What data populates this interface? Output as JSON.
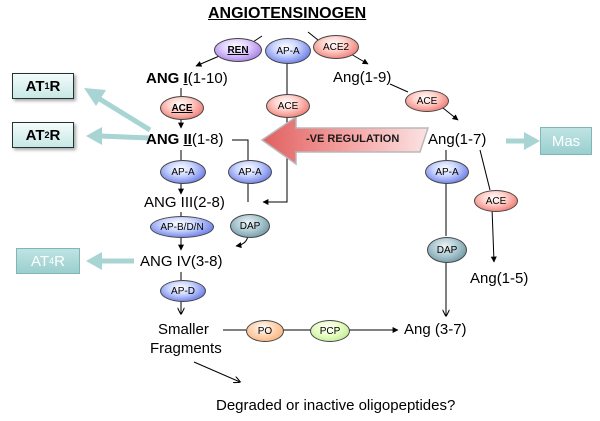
{
  "title": "ANGIOTENSINOGEN",
  "peptides": {
    "ang1_a": "ANG ",
    "ang1_b": "I",
    "ang1_c": "(1-10)",
    "ang2_a": "ANG ",
    "ang2_b": "II",
    "ang2_c": "(1-8)",
    "ang3": "ANG III(2-8)",
    "ang4": "ANG IV(3-8)",
    "smaller_1": "Smaller",
    "smaller_2": "Fragments",
    "ang19": "Ang(1-9)",
    "ang17": "Ang(1-7)",
    "ang15": "Ang(1-5)",
    "ang37": "Ang (3-7)",
    "degraded": "Degraded or inactive oligopeptides?"
  },
  "enzymes": {
    "ren": "REN",
    "apa_top": "AP-A",
    "ace2": "ACE2",
    "ace_main": "ACE",
    "ace_mid": "ACE",
    "ace_right1": "ACE",
    "ace_right2": "ACE",
    "apa_left": "AP-A",
    "apa_mid": "AP-A",
    "apa_right": "AP-A",
    "dap_mid": "DAP",
    "dap_right": "DAP",
    "apbdn": "AP-B/D/N",
    "apd": "AP-D",
    "po": "PO",
    "pcp": "PCP"
  },
  "receptors": {
    "at1_pre": "AT",
    "at1_sub": "1",
    "at1_post": "R",
    "at2_pre": "AT",
    "at2_sub": "2",
    "at2_post": "R",
    "at4_pre": "AT",
    "at4_sub": "4",
    "at4_post": "R",
    "mas": "Mas"
  },
  "regulation": "-VE REGULATION",
  "colors": {
    "receptor_dark_bg": "#c7e8e6",
    "receptor_light_bg": "#9bcfcf",
    "arrow_teal": "#a8d4d4",
    "ve_arrow": "#f08a8a",
    "ace": "#e8524a",
    "ap": "#3a4fd8",
    "dap": "#4e7d8b",
    "ren": "#8a55d9",
    "po": "#f7a25e",
    "pcp": "#aee07a"
  }
}
